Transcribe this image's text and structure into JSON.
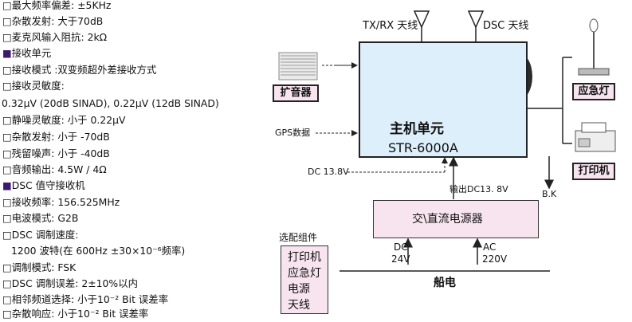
{
  "specs": [
    {
      "bullet": "□",
      "text": "最大频率偏差: ±5KHz"
    },
    {
      "bullet": "□",
      "text": "杂散发射: 大于70dB"
    },
    {
      "bullet": "□",
      "text": "麦克风输入阻抗:  2kΩ"
    },
    {
      "bullet": "■",
      "text": "接收单元"
    },
    {
      "bullet": "□",
      "text": "接收模式 :双变频超外差接收方式"
    },
    {
      "bullet": "□",
      "text": "接收灵敏度:"
    },
    {
      "bullet": "",
      "text": "0.32μV (20dB SINAD), 0.22μV (12dB SINAD)"
    },
    {
      "bullet": "□",
      "text": "静噪灵敏度: 小于 0.22μV"
    },
    {
      "bullet": "□",
      "text": "杂散发射: 小于 -70dB"
    },
    {
      "bullet": "□",
      "text": "残留噪声: 小于 -40dB"
    },
    {
      "bullet": "□",
      "text": "音频输出: 4.5W / 4Ω"
    },
    {
      "bullet": "■",
      "text": "DSC 值守接收机"
    },
    {
      "bullet": "□",
      "text": "接收频率: 156.525MHz"
    },
    {
      "bullet": "□",
      "text": "电波模式: G2B"
    },
    {
      "bullet": "□",
      "text": "DSC 调制速度:"
    },
    {
      "bullet": "",
      "text": "1200 波特(在 600Hz  ±30×10⁻⁶频率)"
    },
    {
      "bullet": "□",
      "text": "调制模式: FSK"
    },
    {
      "bullet": "□",
      "text": "DSC 调制误差:  2±10%以内"
    },
    {
      "bullet": "□",
      "text": "相邻频道选择: 小于10⁻² Bit 误差率"
    },
    {
      "bullet": "□",
      "text": "杂散响应: 小于10⁻² Bit 误差率"
    }
  ],
  "diagram": {
    "antenna_txrx": "TX/RX 天线",
    "antenna_dsc": "DSC  天线",
    "main_unit_title": "主机单元",
    "main_unit_model": "STR-6000A",
    "speaker": "扩音器",
    "gps": "GPS数据",
    "dc_in": "DC 13.8V",
    "output_dc": "输出DC13. 8V",
    "bk": "B.K",
    "emergency_light": "应急灯",
    "printer": "打印机",
    "power_supply": "交\\直流电源器",
    "dc_label": "DC",
    "dc_value": "24V",
    "ac_label": "AC",
    "ac_value": "220V",
    "ship_power": "船电",
    "options_title": "选配组件",
    "options": [
      "打印机",
      "应急灯",
      "电源",
      "天线"
    ]
  },
  "colors": {
    "main_unit_fill": "#dceffa",
    "box_fill": "#f7e4ee",
    "line": "#222222"
  }
}
